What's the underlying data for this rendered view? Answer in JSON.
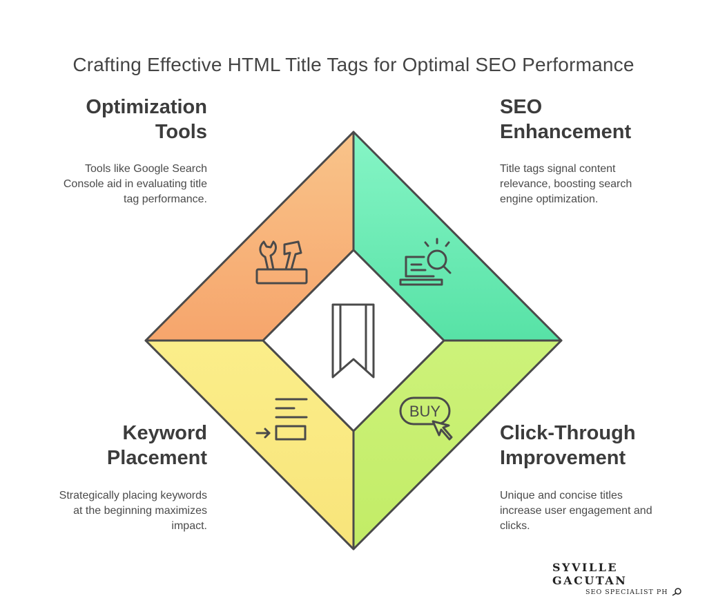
{
  "title": "Crafting Effective HTML Title Tags for Optimal SEO Performance",
  "quadrants": {
    "top_left": {
      "heading_line1": "Optimization",
      "heading_line2": "Tools",
      "desc_lines": [
        "Tools like Google Search",
        "Console aid in evaluating title",
        "tag performance."
      ],
      "color": "#f7b07a",
      "icon": "toolbox-icon"
    },
    "top_right": {
      "heading_line1": "SEO",
      "heading_line2": "Enhancement",
      "desc_lines": [
        "Title tags signal content",
        "relevance, boosting search",
        "engine optimization."
      ],
      "color": "#6ee8b4",
      "icon": "laptop-search-icon"
    },
    "bottom_left": {
      "heading_line1": "Keyword",
      "heading_line2": "Placement",
      "desc_lines": [
        "Strategically placing keywords",
        "at the beginning maximizes",
        "impact."
      ],
      "color": "#faec82",
      "icon": "text-align-arrow-icon"
    },
    "bottom_right": {
      "heading_line1": "Click-Through",
      "heading_line2": "Improvement",
      "desc_lines": [
        "Unique and concise titles",
        "increase user engagement and",
        "clicks."
      ],
      "color": "#cdf27a",
      "icon": "buy-click-icon",
      "icon_text": "BUY"
    }
  },
  "center_icon": "bookmark-icon",
  "brand": {
    "name": "SYVILLE GACUTAN",
    "subtitle": "SEO SPECIALIST PH"
  }
}
